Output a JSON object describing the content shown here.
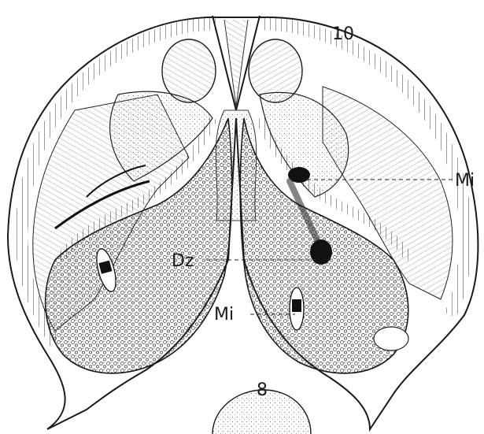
{
  "figure": {
    "numbers": {
      "main": "10",
      "inset": "8"
    },
    "labels": {
      "mi_right": "Mi",
      "dz": "Dz",
      "mi_left": "Mi"
    },
    "colors": {
      "ink": "#1a1a1a",
      "paper": "#ffffff",
      "stipple": "#555555"
    }
  }
}
